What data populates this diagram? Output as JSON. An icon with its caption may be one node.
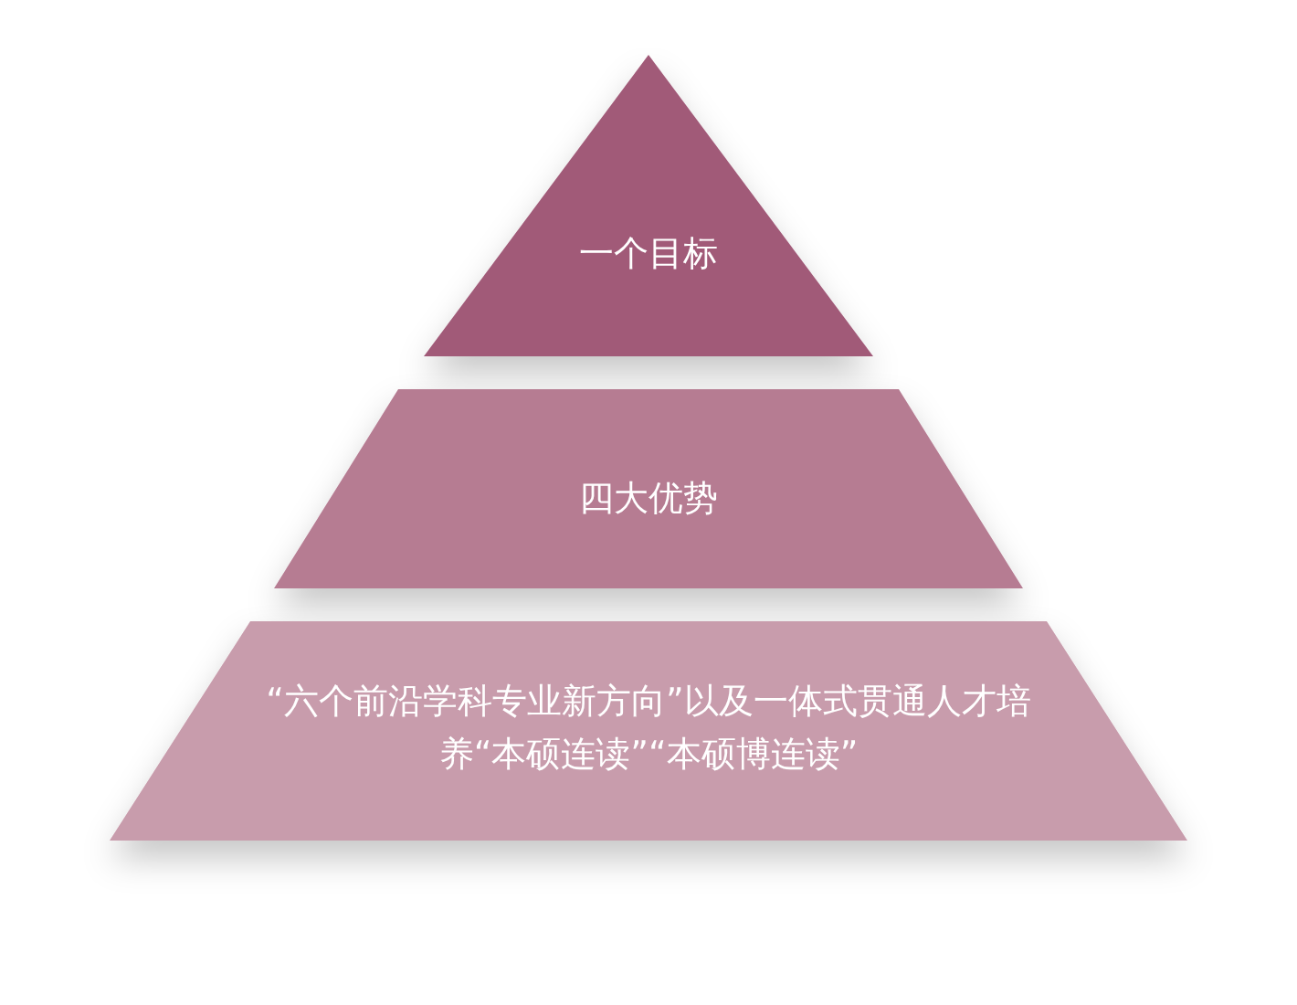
{
  "diagram": {
    "nodes": [
      {
        "text": [
          "一个目标"
        ]
      },
      {
        "text": [
          "四大优势"
        ]
      },
      {
        "text": [
          "“六个前沿学科专业新方向”以及一体式贯通人才培养“本硕连读”“本硕博连读”"
        ]
      }
    ]
  }
}
